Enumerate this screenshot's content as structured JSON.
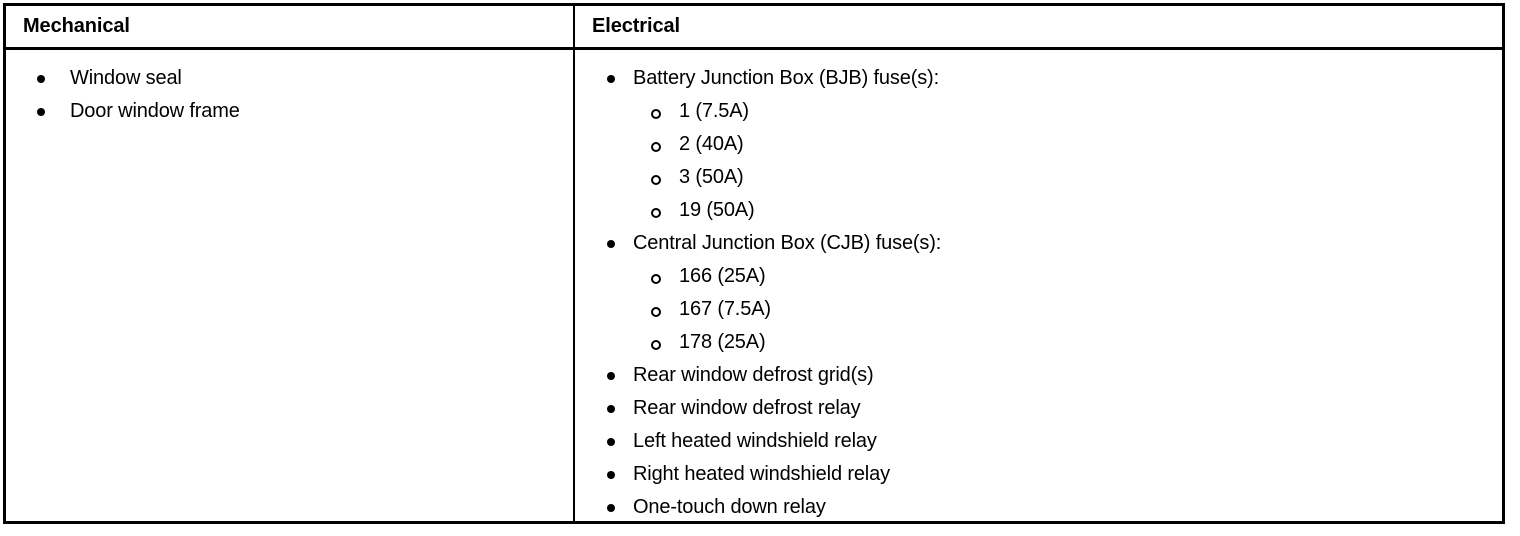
{
  "table": {
    "columns": [
      {
        "id": "mechanical",
        "header": "Mechanical"
      },
      {
        "id": "electrical",
        "header": "Electrical"
      }
    ],
    "mechanical": {
      "items": [
        {
          "bullet": "filled-disc-bullet-icon",
          "label": "Window seal"
        },
        {
          "bullet": "filled-disc-bullet-icon",
          "label": "Door window frame"
        }
      ]
    },
    "electrical": {
      "items": [
        {
          "bullet": "filled-disc-bullet-icon",
          "label": "Battery Junction Box (BJB) fuse(s):",
          "children": [
            {
              "bullet": "hollow-circle-bullet-icon",
              "label": "1 (7.5A)"
            },
            {
              "bullet": "hollow-circle-bullet-icon",
              "label": "2 (40A)"
            },
            {
              "bullet": "hollow-circle-bullet-icon",
              "label": "3 (50A)"
            },
            {
              "bullet": "hollow-circle-bullet-icon",
              "label": "19 (50A)"
            }
          ]
        },
        {
          "bullet": "filled-disc-bullet-icon",
          "label": "Central Junction Box (CJB) fuse(s):",
          "children": [
            {
              "bullet": "hollow-circle-bullet-icon",
              "label": "166 (25A)"
            },
            {
              "bullet": "hollow-circle-bullet-icon",
              "label": "167 (7.5A)"
            },
            {
              "bullet": "hollow-circle-bullet-icon",
              "label": "178 (25A)"
            }
          ]
        },
        {
          "bullet": "filled-disc-bullet-icon",
          "label": "Rear window defrost grid(s)",
          "children": []
        },
        {
          "bullet": "filled-disc-bullet-icon",
          "label": "Rear window defrost relay",
          "children": []
        },
        {
          "bullet": "filled-disc-bullet-icon",
          "label": "Left heated windshield relay",
          "children": []
        },
        {
          "bullet": "filled-disc-bullet-icon",
          "label": "Right heated windshield relay",
          "children": []
        },
        {
          "bullet": "filled-disc-bullet-icon",
          "label": "One-touch down relay",
          "children": []
        }
      ]
    }
  },
  "colors": {
    "border": "#000000",
    "text": "#000000",
    "background": "#ffffff"
  }
}
